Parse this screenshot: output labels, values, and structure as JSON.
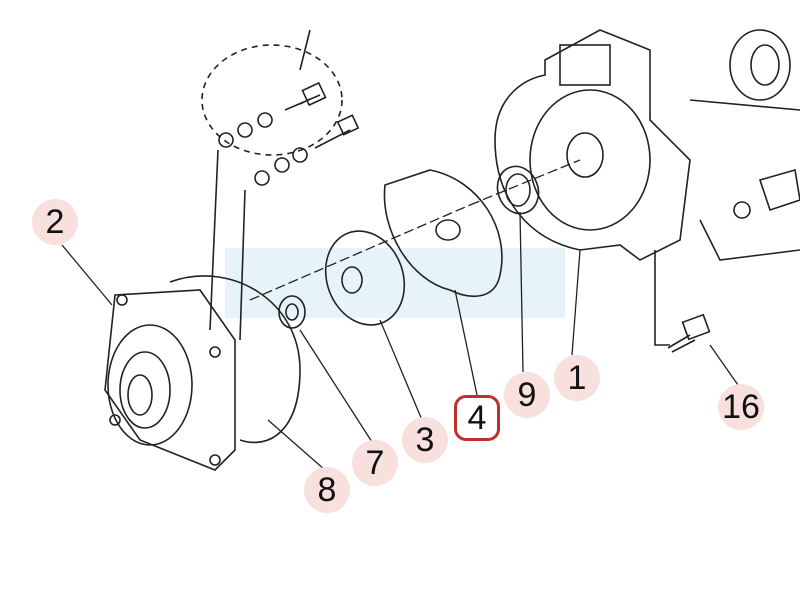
{
  "diagram": {
    "title": "Water pump exploded parts diagram",
    "selected_part": "4",
    "colors": {
      "callout_bg": "#f8e0df",
      "selected_border": "#c0302a",
      "line": "#222222",
      "watermark": "#d6ecf5"
    },
    "callouts": [
      {
        "id": "2",
        "label": "2"
      },
      {
        "id": "8",
        "label": "8"
      },
      {
        "id": "7",
        "label": "7"
      },
      {
        "id": "3",
        "label": "3"
      },
      {
        "id": "4",
        "label": "4"
      },
      {
        "id": "9",
        "label": "9"
      },
      {
        "id": "1",
        "label": "1"
      },
      {
        "id": "16",
        "label": "16"
      }
    ]
  }
}
